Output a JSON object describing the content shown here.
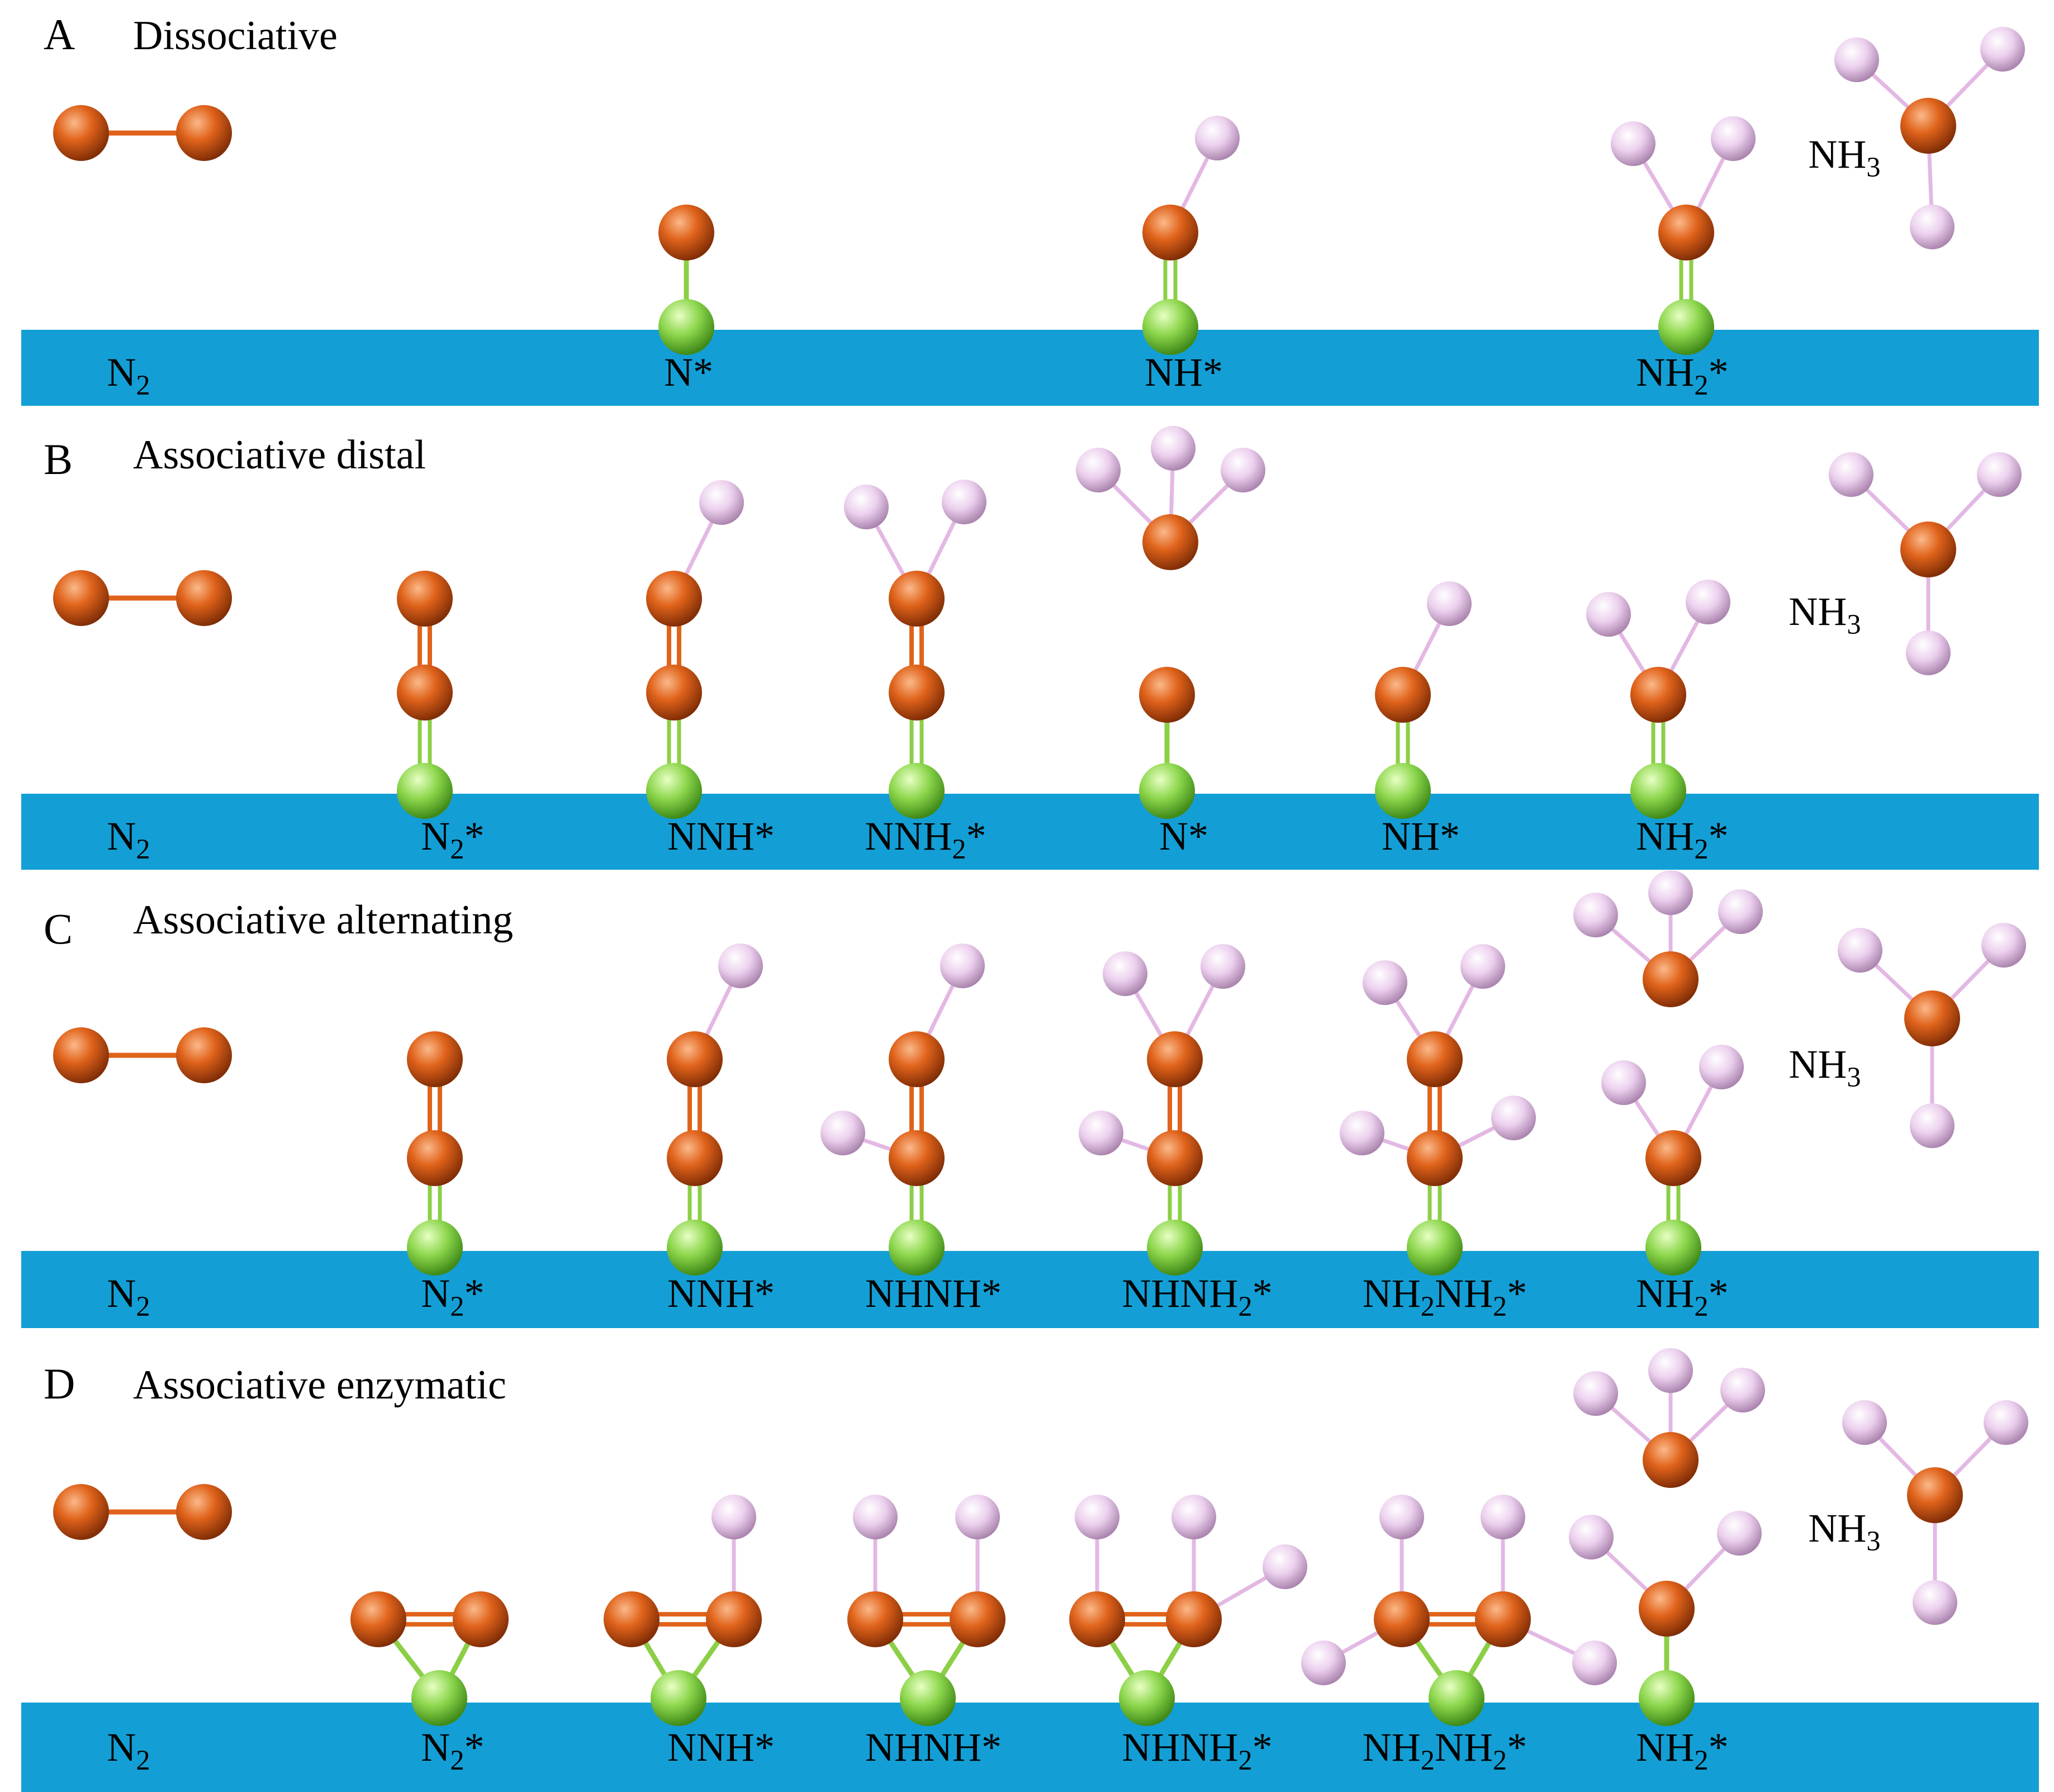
{
  "colors": {
    "surface": "#139fd5",
    "nitrogen": "#e0631b",
    "hydrogen": "#e9c8ea",
    "metal": "#8cd64c",
    "nn_bond": "#e0631b",
    "nh_bond": "#e3b8e3",
    "metal_bond": "#8ccf46",
    "text": "#000000"
  },
  "panels": [
    {
      "letter": "A",
      "title": "Dissociative",
      "species": [
        {
          "pre": "N",
          "sub": "2",
          "post": ""
        },
        {
          "pre": "N*",
          "sub": "",
          "post": ""
        },
        {
          "pre": "NH*",
          "sub": "",
          "post": ""
        },
        {
          "pre": "NH",
          "sub": "2",
          "post": "*"
        }
      ],
      "product": {
        "pre": "NH",
        "sub": "3",
        "post": ""
      }
    },
    {
      "letter": "B",
      "title": "Associative distal",
      "species": [
        {
          "pre": "N",
          "sub": "2",
          "post": ""
        },
        {
          "pre": "N",
          "sub": "2",
          "post": "*"
        },
        {
          "pre": "NNH*",
          "sub": "",
          "post": ""
        },
        {
          "pre": "NNH",
          "sub": "2",
          "post": "*"
        },
        {
          "pre": "N*",
          "sub": "",
          "post": ""
        },
        {
          "pre": "NH*",
          "sub": "",
          "post": ""
        },
        {
          "pre": "NH",
          "sub": "2",
          "post": "*"
        }
      ],
      "product": {
        "pre": "NH",
        "sub": "3",
        "post": ""
      }
    },
    {
      "letter": "C",
      "title": "Associative alternating",
      "species": [
        {
          "pre": "N",
          "sub": "2",
          "post": ""
        },
        {
          "pre": "N",
          "sub": "2",
          "post": "*"
        },
        {
          "pre": "NNH*",
          "sub": "",
          "post": ""
        },
        {
          "pre": "NHNH*",
          "sub": "",
          "post": ""
        },
        {
          "pre": "NHNH",
          "sub": "2",
          "post": "*"
        },
        {
          "pre": "NH",
          "sub": "2",
          "post": "NH",
          "sub2": "2",
          "post2": "*"
        },
        {
          "pre": "NH",
          "sub": "2",
          "post": "*"
        }
      ],
      "product": {
        "pre": "NH",
        "sub": "3",
        "post": ""
      }
    },
    {
      "letter": "D",
      "title": "Associative enzymatic",
      "species": [
        {
          "pre": "N",
          "sub": "2",
          "post": ""
        },
        {
          "pre": "N",
          "sub": "2",
          "post": "*"
        },
        {
          "pre": "NNH*",
          "sub": "",
          "post": ""
        },
        {
          "pre": "NHNH*",
          "sub": "",
          "post": ""
        },
        {
          "pre": "NHNH",
          "sub": "2",
          "post": "*"
        },
        {
          "pre": "NH",
          "sub": "2",
          "post": "NH",
          "sub2": "2",
          "post2": "*"
        },
        {
          "pre": "NH",
          "sub": "2",
          "post": "*"
        }
      ],
      "product": {
        "pre": "NH",
        "sub": "3",
        "post": ""
      }
    }
  ]
}
